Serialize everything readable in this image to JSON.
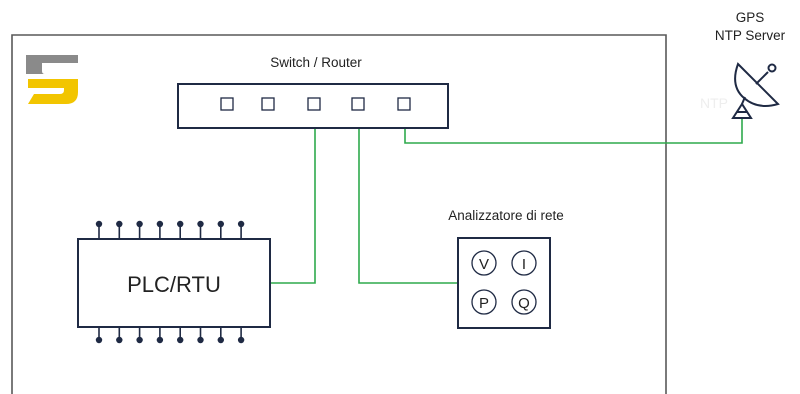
{
  "gps": {
    "title": "GPS",
    "subtitle": "NTP Server",
    "ghost_text": "NTP"
  },
  "switch": {
    "label": "Switch / Router",
    "port_count": 5
  },
  "plc": {
    "label": "PLC/RTU",
    "pins_per_side": 8
  },
  "analyzer": {
    "label": "Analizzatore di rete",
    "meters": [
      "V",
      "I",
      "P",
      "Q"
    ]
  },
  "colors": {
    "frame": "#595959",
    "device_border": "#1f2a44",
    "link": "#2eaa4c",
    "logo_gray": "#8a8a8a",
    "logo_yellow": "#f2c500",
    "pin": "#1f2a44"
  },
  "icons": [
    "logo-icon",
    "satellite-dish-icon"
  ]
}
